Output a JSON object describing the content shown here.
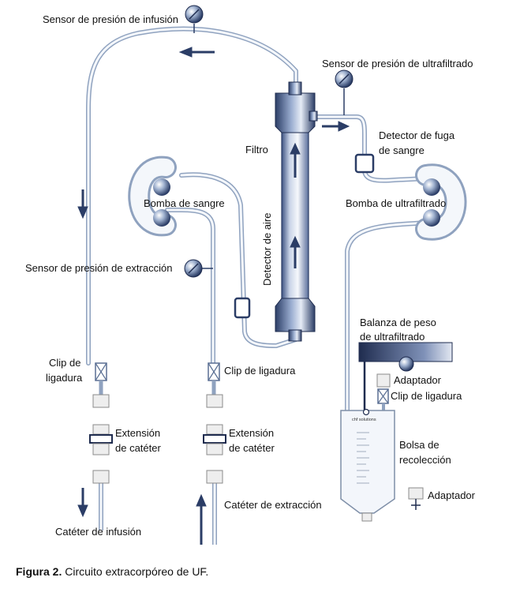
{
  "labels": {
    "infusion_pressure_sensor": "Sensor de presión de infusión",
    "uf_pressure_sensor": "Sensor de presión de ultrafiltrado",
    "blood_leak_detector_line1": "Detector de fuga",
    "blood_leak_detector_line2": "de sangre",
    "filter": "Filtro",
    "blood_pump": "Bomba de sangre",
    "air_detector": "Detector de aire",
    "uf_pump": "Bomba de ultrafiltrado",
    "extraction_pressure_sensor": "Sensor de presión de extracción",
    "scale_line1": "Balanza de peso",
    "scale_line2": "de ultrafiltrado",
    "clip_left_line1": "Clip de",
    "clip_left_line2": "ligadura",
    "clip_middle": "Clip de ligadura",
    "clip_right": "Clip de ligadura",
    "adapter_top": "Adaptador",
    "adapter_bottom": "Adaptador",
    "extension_left_line1": "Extensión",
    "extension_left_line2": "de catéter",
    "extension_middle_line1": "Extensión",
    "extension_middle_line2": "de catéter",
    "bag_line1": "Bolsa de",
    "bag_line2": "recolección",
    "bag_brand": "chf solutions",
    "infusion_catheter": "Catéter de infusión",
    "extraction_catheter": "Catéter de extracción"
  },
  "caption": {
    "figure_label": "Figura 2.",
    "text": " Circuito extracorpóreo de UF."
  }
}
